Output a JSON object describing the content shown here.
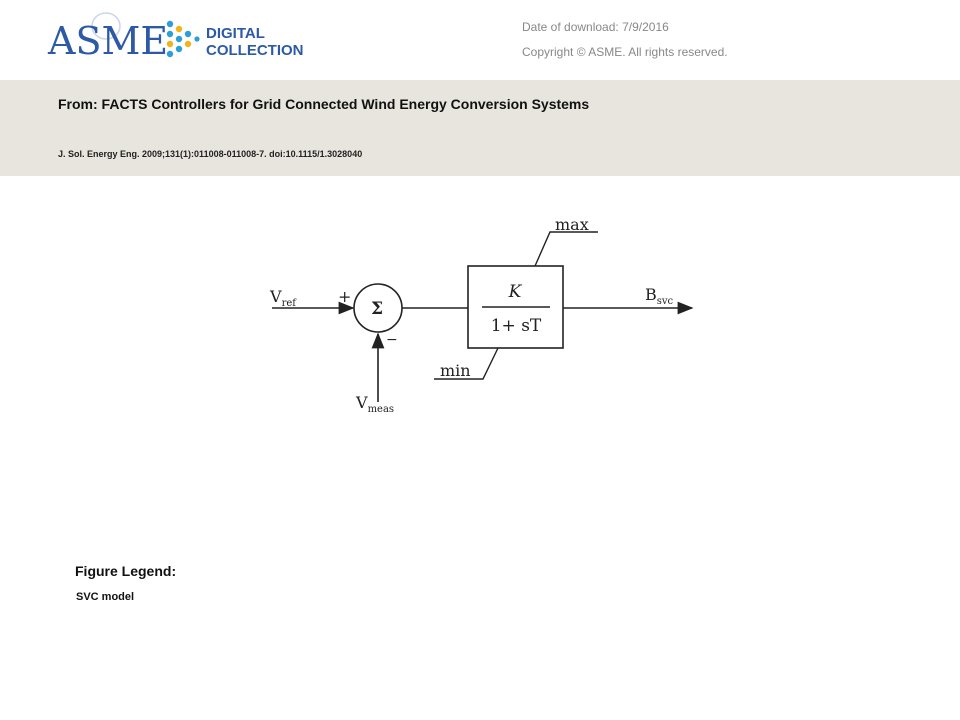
{
  "header": {
    "logo": {
      "brand": "ASME",
      "product_line1": "DIGITAL",
      "product_line2": "COLLECTION"
    },
    "download_label": "Date of download:",
    "download_date": "7/9/2016",
    "copyright": "Copyright © ASME. All rights reserved."
  },
  "article": {
    "title": "From: FACTS Controllers for Grid Connected Wind Energy Conversion Systems",
    "citation": "J. Sol. Energy Eng. 2009;131(1):011008-011008-7. doi:10.1115/1.3028040"
  },
  "diagram": {
    "input_ref_main": "V",
    "input_ref_sub": "ref",
    "input_meas_main": "V",
    "input_meas_sub": "meas",
    "plus_sign": "+",
    "minus_sign": "−",
    "summer_symbol": "Σ",
    "tf_numerator": "K",
    "tf_denominator": "1+ sT",
    "limit_max": "max",
    "limit_min": "min",
    "output_main": "B",
    "output_sub": "svc"
  },
  "legend": {
    "heading": "Figure Legend:",
    "text": "SVC model"
  }
}
